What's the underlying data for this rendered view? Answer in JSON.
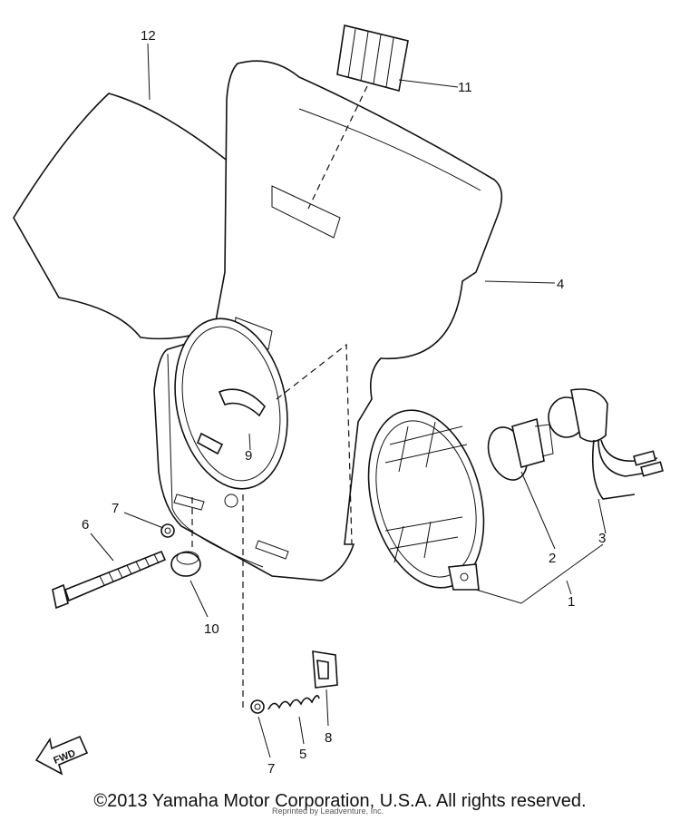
{
  "callouts": [
    {
      "id": "c1",
      "text": "1"
    },
    {
      "id": "c2",
      "text": "2"
    },
    {
      "id": "c3",
      "text": "3"
    },
    {
      "id": "c4",
      "text": "4"
    },
    {
      "id": "c5",
      "text": "5"
    },
    {
      "id": "c6",
      "text": "6"
    },
    {
      "id": "c7a",
      "text": "7"
    },
    {
      "id": "c7b",
      "text": "7"
    },
    {
      "id": "c8",
      "text": "8"
    },
    {
      "id": "c9",
      "text": "9"
    },
    {
      "id": "c10",
      "text": "10"
    },
    {
      "id": "c11",
      "text": "11"
    },
    {
      "id": "c12",
      "text": "12"
    }
  ],
  "fwd_label": "FWD",
  "copyright": "©2013 Yamaha Motor Corporation, U.S.A. All rights reserved.",
  "reprint_note": "Reprinted by Leadventure, Inc."
}
